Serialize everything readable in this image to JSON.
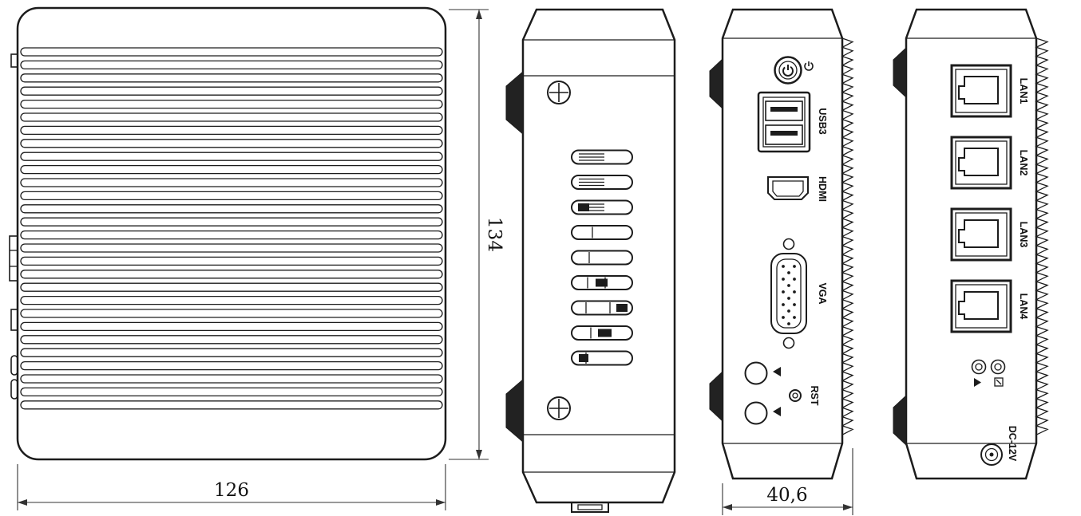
{
  "dimensions": {
    "width": "126",
    "height": "134",
    "depth": "40,6"
  },
  "front_panel": {
    "usb_label": "USB3",
    "hdmi_label": "HDMI",
    "vga_label": "VGA",
    "reset_label": "RST"
  },
  "rear_panel": {
    "lan_labels": [
      "LAN1",
      "LAN2",
      "LAN3",
      "LAN4"
    ],
    "dc_label": "DC-12V"
  },
  "colors": {
    "line": "#1c1c1c",
    "background": "#ffffff"
  }
}
